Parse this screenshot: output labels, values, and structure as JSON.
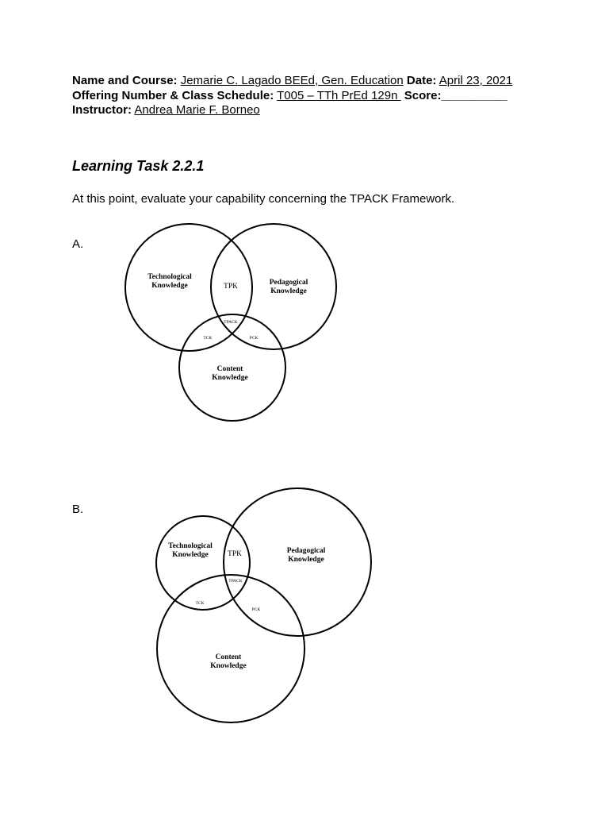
{
  "header": {
    "name_label": "Name and Course:",
    "name_value": "Jemarie C. Lagado BEEd, Gen. Education",
    "date_label": "Date:",
    "date_value": "April 23, 2021",
    "offering_label": "Offering Number & Class Schedule:",
    "offering_value": "T005 – TTh PrEd 129n ",
    "score_label": "Score:",
    "score_value": "__________",
    "instructor_label": "Instructor:",
    "instructor_value": "Andrea Marie F. Borneo"
  },
  "task_title": "Learning Task 2.2.1",
  "intro_text": "At this point, evaluate your capability concerning the TPACK Framework.",
  "diagram_a": {
    "marker": "A.",
    "tk_line1": "Technological",
    "tk_line2": "Knowledge",
    "pk_line1": "Pedagogical",
    "pk_line2": "Knowledge",
    "ck_line1": "Content",
    "ck_line2": "Knowledge",
    "tpk": "TPK",
    "tck": "TCK",
    "pck": "PCK",
    "tpack": "TPACK"
  },
  "diagram_b": {
    "marker": "B.",
    "tk_line1": "Technological",
    "tk_line2": "Knowledge",
    "pk_line1": "Pedagogical",
    "pk_line2": "Knowledge",
    "ck_line1": "Content",
    "ck_line2": "Knowledge",
    "tpk": "TPK",
    "tck": "TCK",
    "pck": "PCK",
    "tpack": "TPACK"
  }
}
